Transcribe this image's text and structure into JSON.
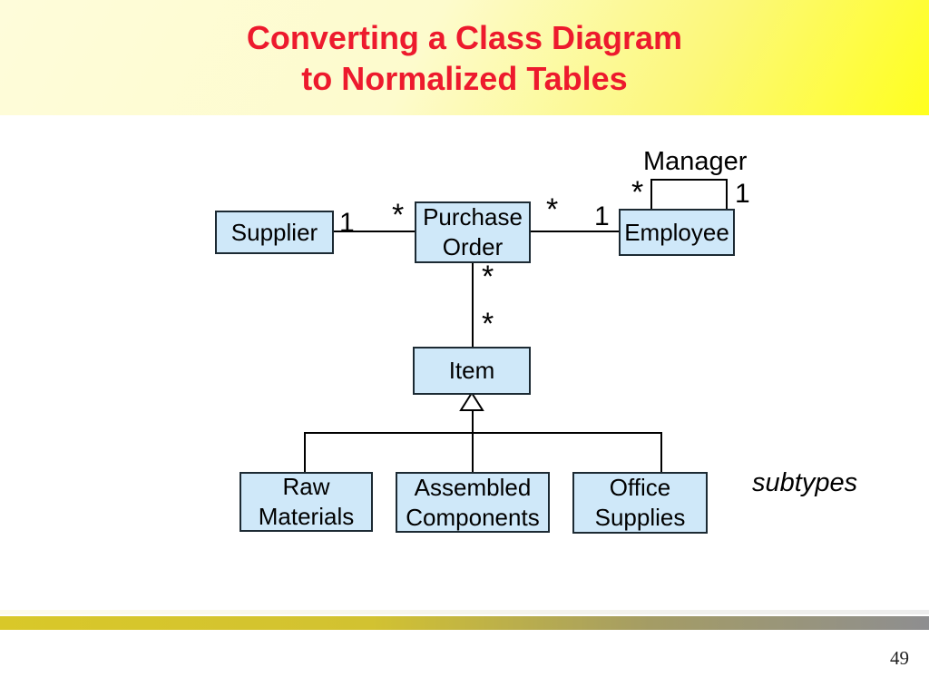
{
  "slide": {
    "title": "Converting a Class Diagram\nto Normalized Tables",
    "page_number": "49"
  },
  "diagram": {
    "classes": {
      "supplier": "Supplier",
      "purchase_order": "Purchase\nOrder",
      "employee": "Employee",
      "item": "Item",
      "raw_materials": "Raw\nMaterials",
      "assembled_components": "Assembled\nComponents",
      "office_supplies": "Office\nSupplies"
    },
    "association_labels": {
      "supplier_one": "1",
      "po_many_left": "*",
      "po_many_right": "*",
      "employee_one": "1",
      "po_item_many_top": "*",
      "po_item_many_bottom": "*",
      "manager_many": "*",
      "manager_one": "1"
    },
    "text_labels": {
      "manager": "Manager",
      "subtypes": "subtypes"
    }
  },
  "colors": {
    "title_red": "#ed1a2d",
    "header_yellow_pale": "#fefcda",
    "header_yellow_bright": "#ffff1e",
    "class_box_fill": "#cfe8f9",
    "class_box_border": "#1c2a33",
    "footer_bar_yellow": "#d9c829",
    "footer_bar_gray": "#8e8e90"
  }
}
